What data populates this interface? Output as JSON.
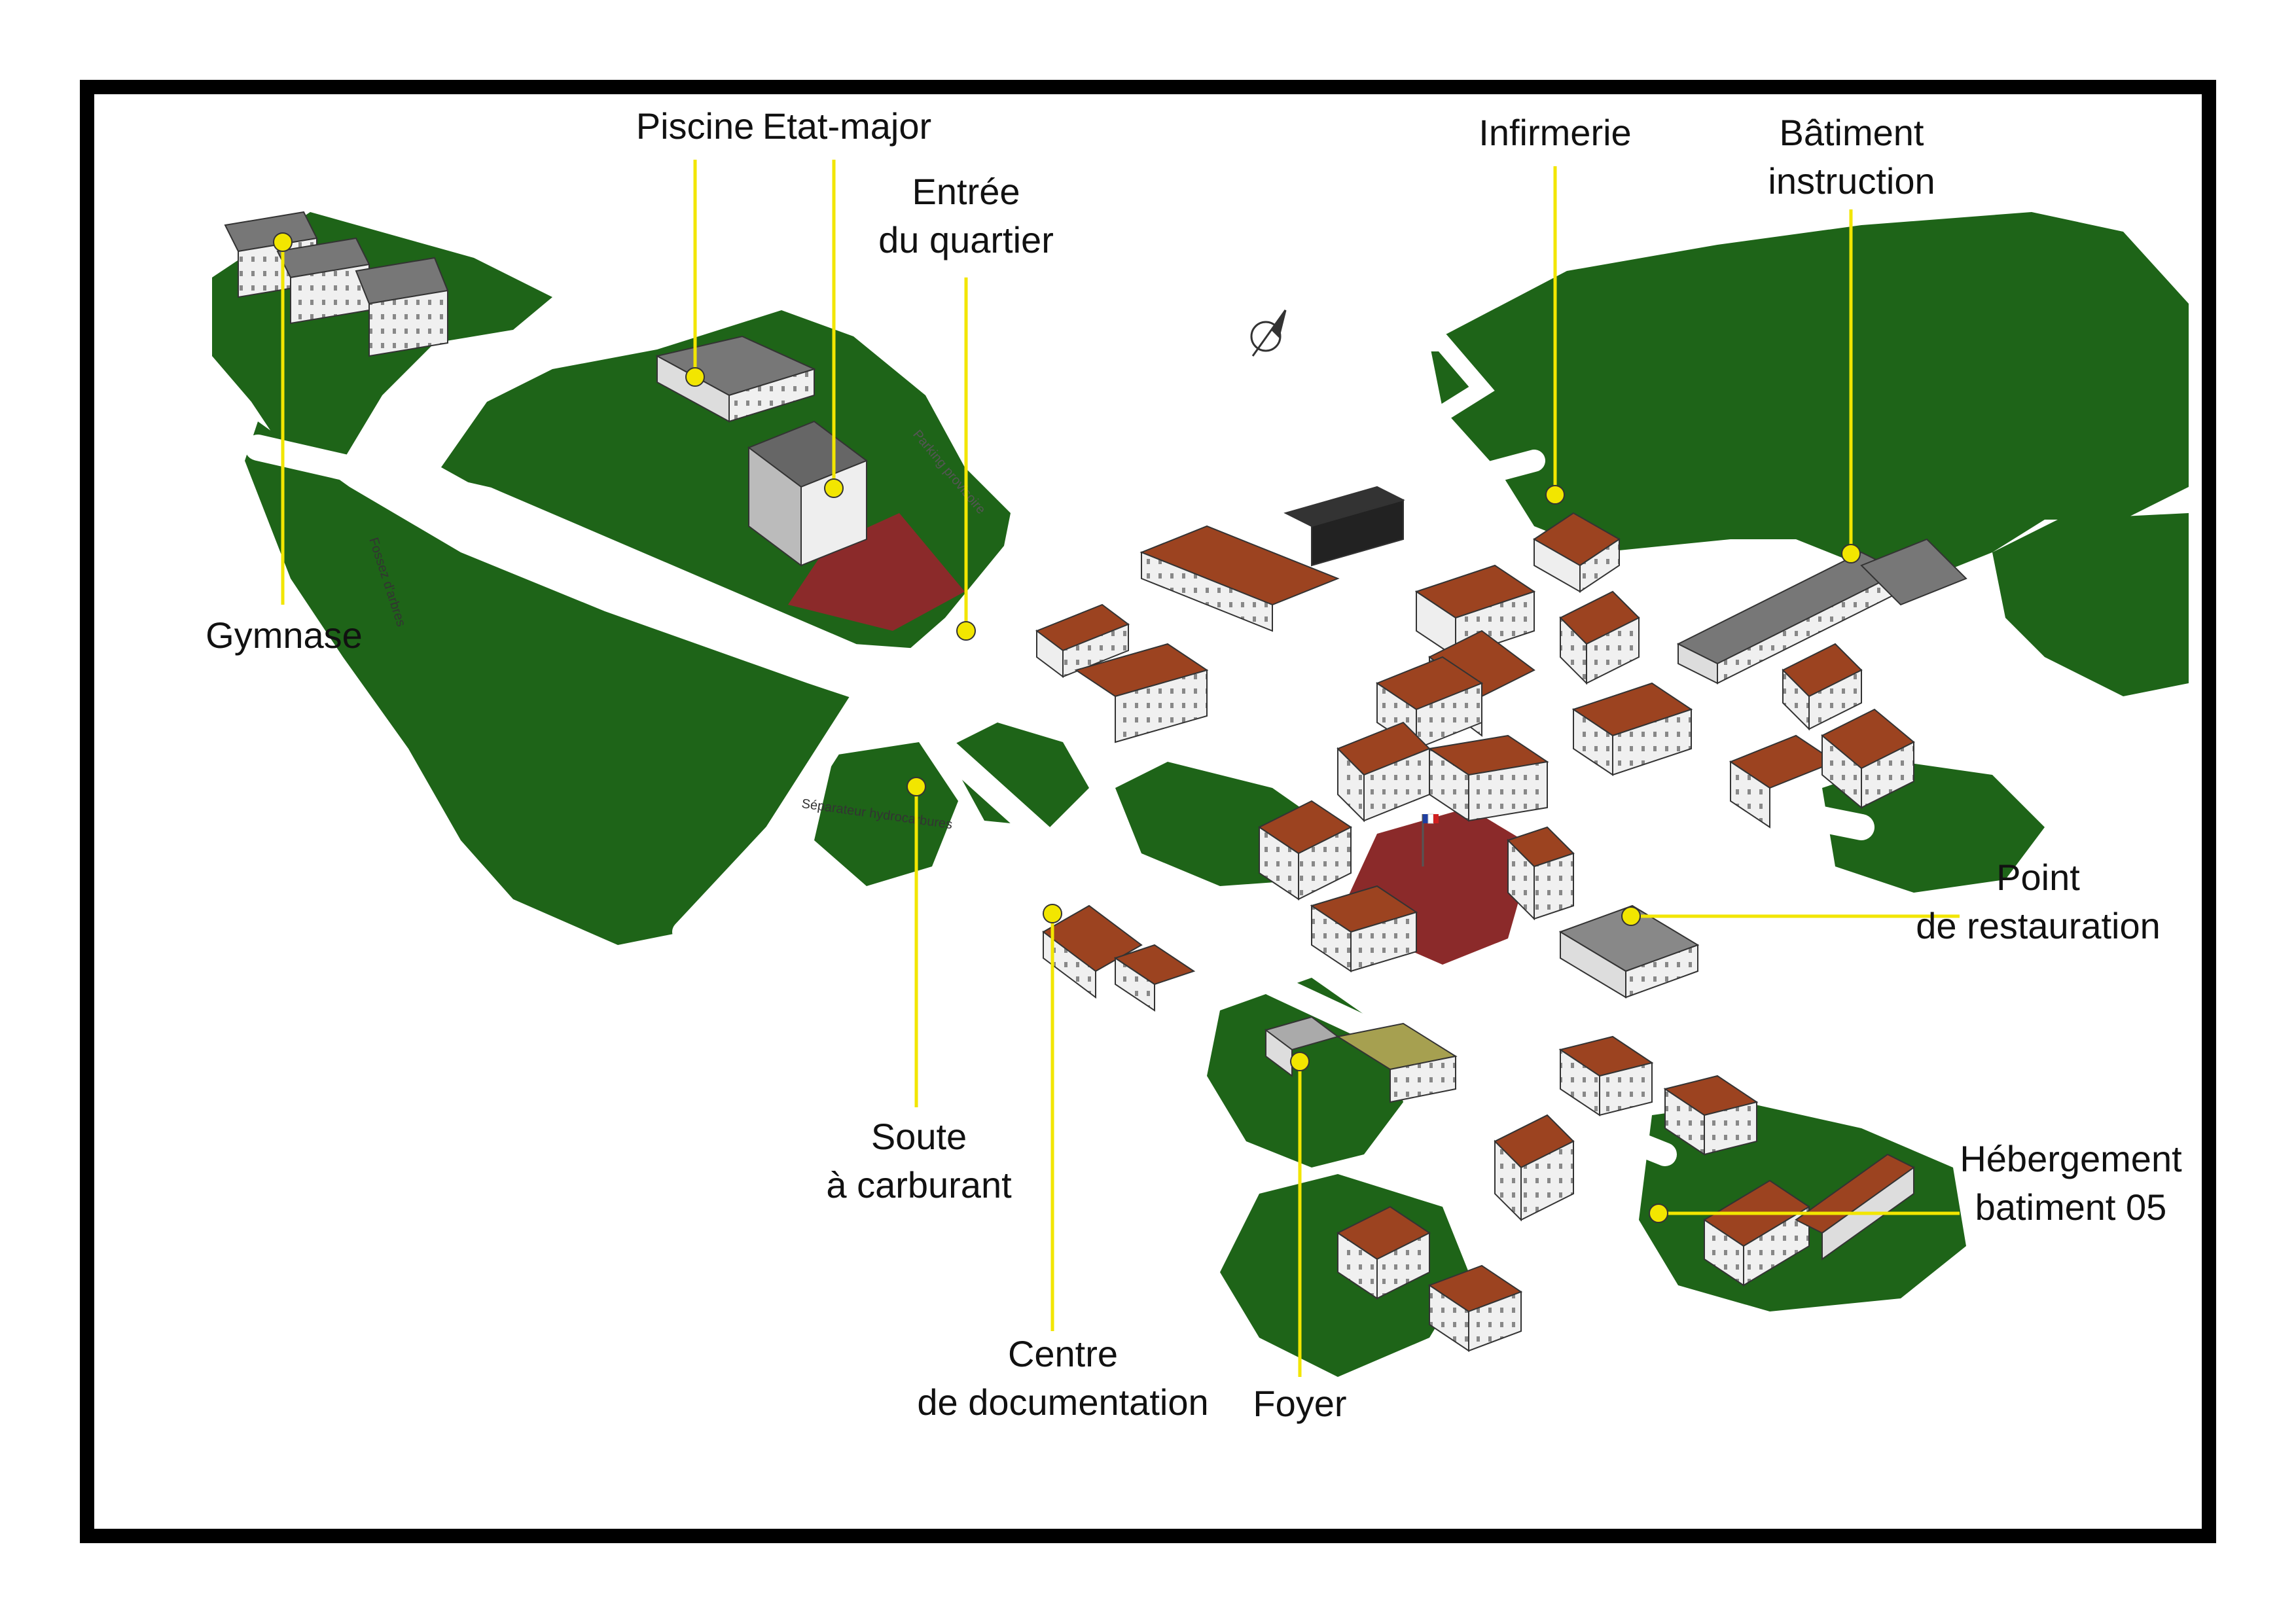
{
  "colors": {
    "grass": "#1e6418",
    "roof": "#9c4320",
    "wall": "#eeeeee",
    "parade": "#8b2a2a",
    "road": "#ffffff",
    "leader": "#f2e600",
    "gray_roof": "#777777"
  },
  "labels": {
    "piscine": "Piscine",
    "etat_major": "Etat-major",
    "entree_1": "Entrée",
    "entree_2": "du quartier",
    "infirmerie": "Infirmerie",
    "batiment_1": "Bâtiment",
    "batiment_2": "instruction",
    "gymnase": "Gymnase",
    "point_1": "Point",
    "point_2": "de restauration",
    "soute_1": "Soute",
    "soute_2": "à carburant",
    "hebergement_1": "Hébergement",
    "hebergement_2": "batiment 05",
    "centre_1": "Centre",
    "centre_2": "de documentation",
    "foyer": "Foyer"
  },
  "map_texts": {
    "parking": "Parking provisoire",
    "separateur": "Séparateur hydrocarbures",
    "fossez": "Fossez d'arbres"
  }
}
